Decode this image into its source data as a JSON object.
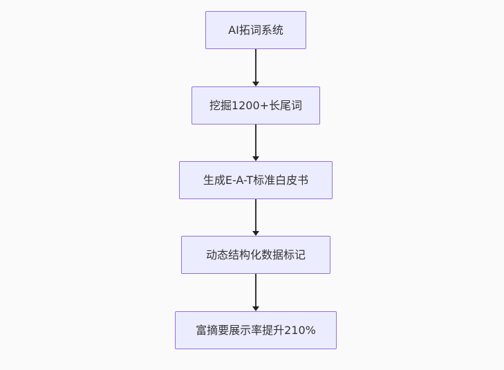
{
  "diagram": {
    "type": "flowchart",
    "direction": "top-down",
    "nodes": [
      {
        "label": "AI拓词系统"
      },
      {
        "label": "挖掘1200+长尾词"
      },
      {
        "label": "生成E-A-T标准白皮书"
      },
      {
        "label": "动态结构化数据标记"
      },
      {
        "label": "富摘要展示率提升210%"
      }
    ],
    "edges": [
      {
        "from": "AI拓词系统",
        "to": "挖掘1200+长尾词"
      },
      {
        "from": "挖掘1200+长尾词",
        "to": "生成E-A-T标准白皮书"
      },
      {
        "from": "生成E-A-T标准白皮书",
        "to": "动态结构化数据标记"
      },
      {
        "from": "动态结构化数据标记",
        "to": "富摘要展示率提升210%"
      }
    ],
    "colors": {
      "background": "#fafafa",
      "node_fill": "#ececff",
      "node_border": "#9370db",
      "node_text": "#333333",
      "arrow_line": "#333333",
      "arrow_head": "#222222"
    }
  }
}
